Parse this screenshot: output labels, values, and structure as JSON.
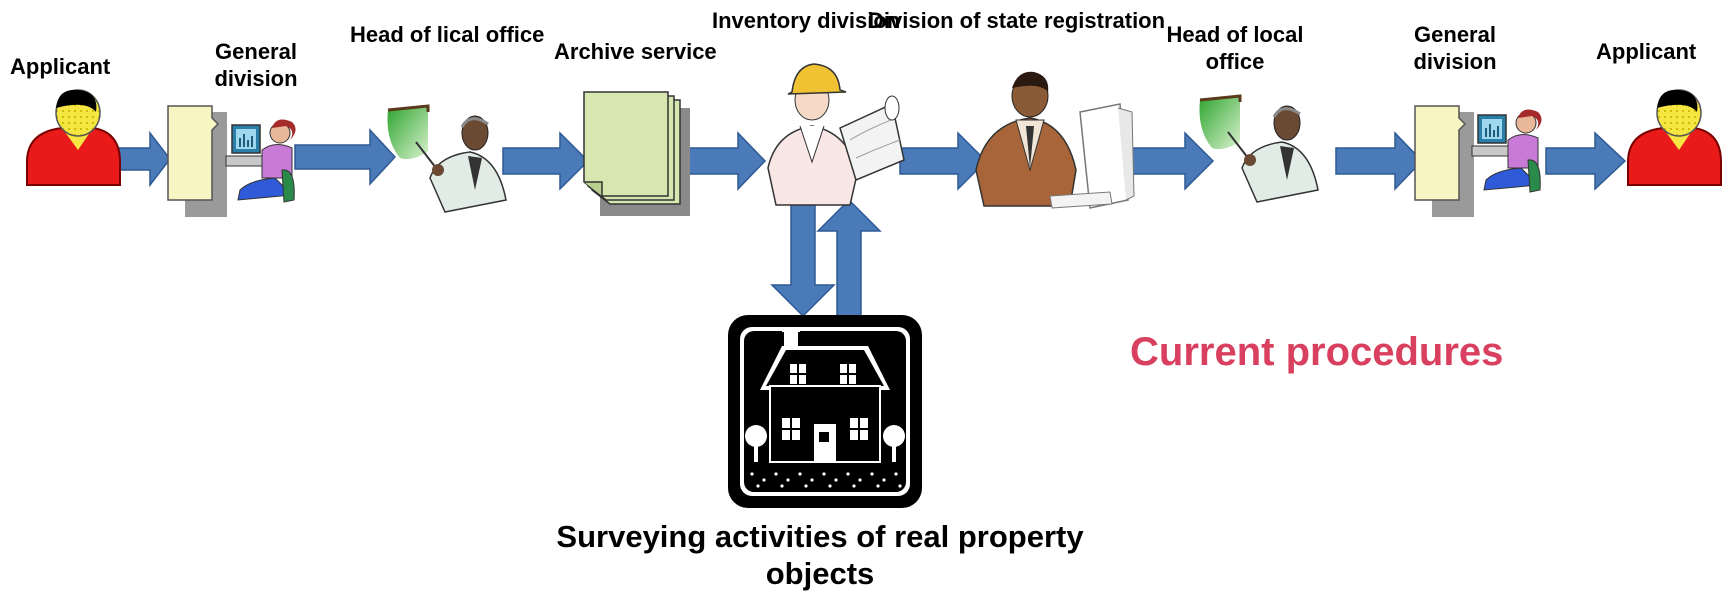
{
  "labels": {
    "applicant_left": "Applicant",
    "general_division_left": "General division",
    "head_office_left": "Head of lical office",
    "archive_service": "Archive service",
    "inventory_division": "Inventory division",
    "state_registration": "Division of state registration",
    "head_office_right": "Head of local office",
    "general_division_right": "General division",
    "applicant_right": "Applicant"
  },
  "general_division_left_lines": [
    "General",
    "division"
  ],
  "head_office_right_lines": [
    "Head of local",
    "office"
  ],
  "general_division_right_lines": [
    "General",
    "division"
  ],
  "surveying_lines": [
    "Surveying activities of real property",
    "objects"
  ],
  "diagram_title": "Current procedures",
  "colors": {
    "arrow_fill": "#4a7ab8",
    "arrow_stroke": "#2f5a93",
    "title": "#d9405f",
    "person_red": "#e81a1a",
    "person_yellow": "#f5e642",
    "document": "#f7f5c2",
    "stack_green": "#d6e8b0",
    "house": "#000000"
  },
  "icons": [
    "person-icon",
    "secretary-computer-icon",
    "presenter-icon",
    "document-stack-icon",
    "engineer-blueprint-icon",
    "clerk-computer-icon",
    "house-icon"
  ]
}
